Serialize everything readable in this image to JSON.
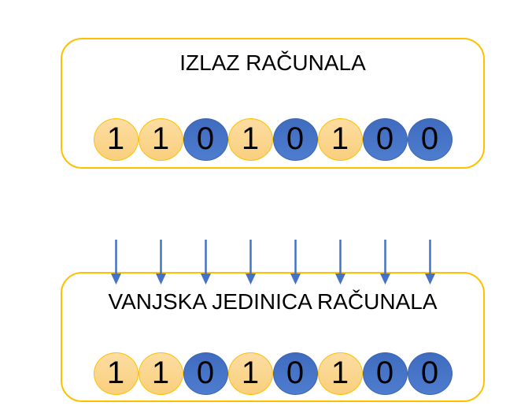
{
  "output_box": {
    "title": "IZLAZ RAČUNALA",
    "bits": [
      "1",
      "1",
      "0",
      "1",
      "0",
      "1",
      "0",
      "0"
    ]
  },
  "external_unit_box": {
    "title": "VANJSKA JEDINICA RAČUNALA",
    "bits": [
      "1",
      "1",
      "0",
      "1",
      "0",
      "1",
      "0",
      "0"
    ]
  },
  "arrows": {
    "count": 8,
    "direction": "down",
    "color": "#4472C4"
  },
  "colors": {
    "box_border": "#FFC000",
    "bit_one_fill": "#F9CF7D",
    "bit_one_fill_light": "#FCDDA2",
    "bit_one_border": "#FFC000",
    "bit_zero_fill": "#4E7CCE",
    "bit_zero_fill_dark": "#3F6CBE",
    "bit_zero_border": "#3B66B0",
    "digit_color": "#000000",
    "background": "#FFFFFF"
  }
}
